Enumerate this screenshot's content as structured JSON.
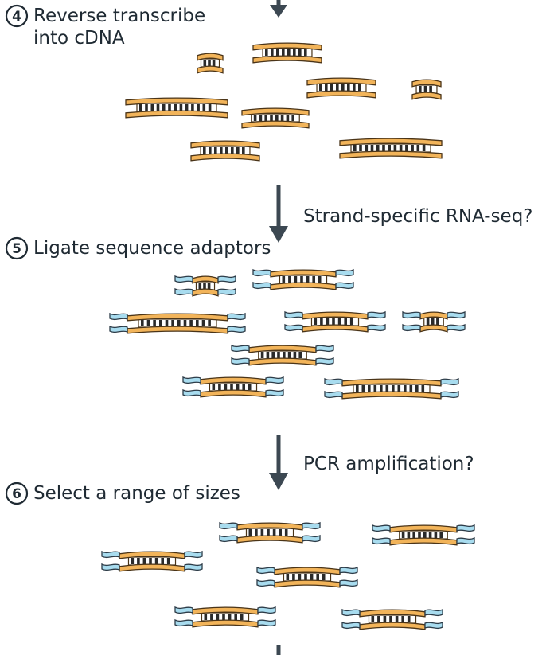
{
  "steps": {
    "s4": {
      "number": "4",
      "title_line1": "Reverse transcribe",
      "title_line2": "into cDNA"
    },
    "s5": {
      "number": "5",
      "title": "Ligate sequence adaptors"
    },
    "s6": {
      "number": "6",
      "title": "Select a range of sizes"
    }
  },
  "arrows": {
    "a1": {
      "label": "Strand-specific RNA-seq?"
    },
    "a2": {
      "label": "PCR amplification?"
    }
  },
  "colors": {
    "strand_fill": "#f2b45a",
    "strand_stroke": "#4a3418",
    "adaptor_fill": "#a8dcef",
    "adaptor_stroke": "#2d3c48",
    "arrow": "#3c4852",
    "text": "#1f2a33"
  }
}
